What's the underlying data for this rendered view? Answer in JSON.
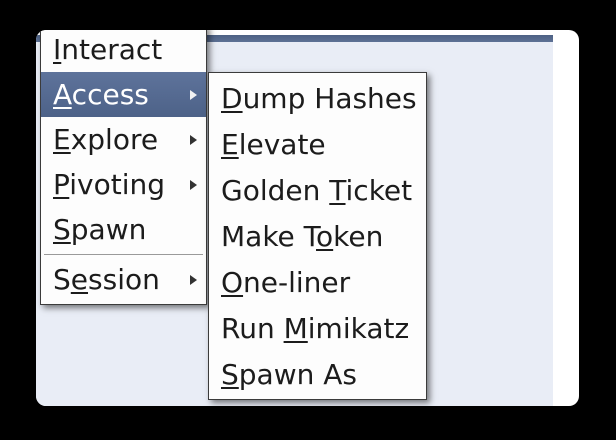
{
  "app": {
    "description": "beacon-context-menu",
    "colors": {
      "canvas_bg": "#000000",
      "window_bg": "#ffffff",
      "panel_bg": "#e9edf6",
      "header_bar": "#566a8e",
      "menu_bg": "#fdfdfd",
      "menu_border": "#3b3b3b",
      "highlight": "#546a93",
      "text": "#1c1c1c",
      "highlight_text": "#ffffff"
    }
  },
  "menu": {
    "items": [
      {
        "pre": "",
        "u": "I",
        "post": "nteract"
      },
      {
        "pre": "",
        "u": "A",
        "post": "ccess"
      },
      {
        "pre": "",
        "u": "E",
        "post": "xplore"
      },
      {
        "pre": "",
        "u": "P",
        "post": "ivoting"
      },
      {
        "pre": "",
        "u": "S",
        "post": "pawn"
      },
      {
        "pre": "S",
        "u": "e",
        "post": "ssion"
      }
    ]
  },
  "submenu": {
    "items": [
      {
        "pre": "",
        "u": "D",
        "post": "ump Hashes"
      },
      {
        "pre": "",
        "u": "E",
        "post": "levate"
      },
      {
        "pre": "Golden ",
        "u": "T",
        "post": "icket"
      },
      {
        "pre": "Make T",
        "u": "o",
        "post": "ken"
      },
      {
        "pre": "",
        "u": "O",
        "post": "ne-liner"
      },
      {
        "pre": "Run ",
        "u": "M",
        "post": "imikatz"
      },
      {
        "pre": "",
        "u": "S",
        "post": "pawn As"
      }
    ]
  }
}
